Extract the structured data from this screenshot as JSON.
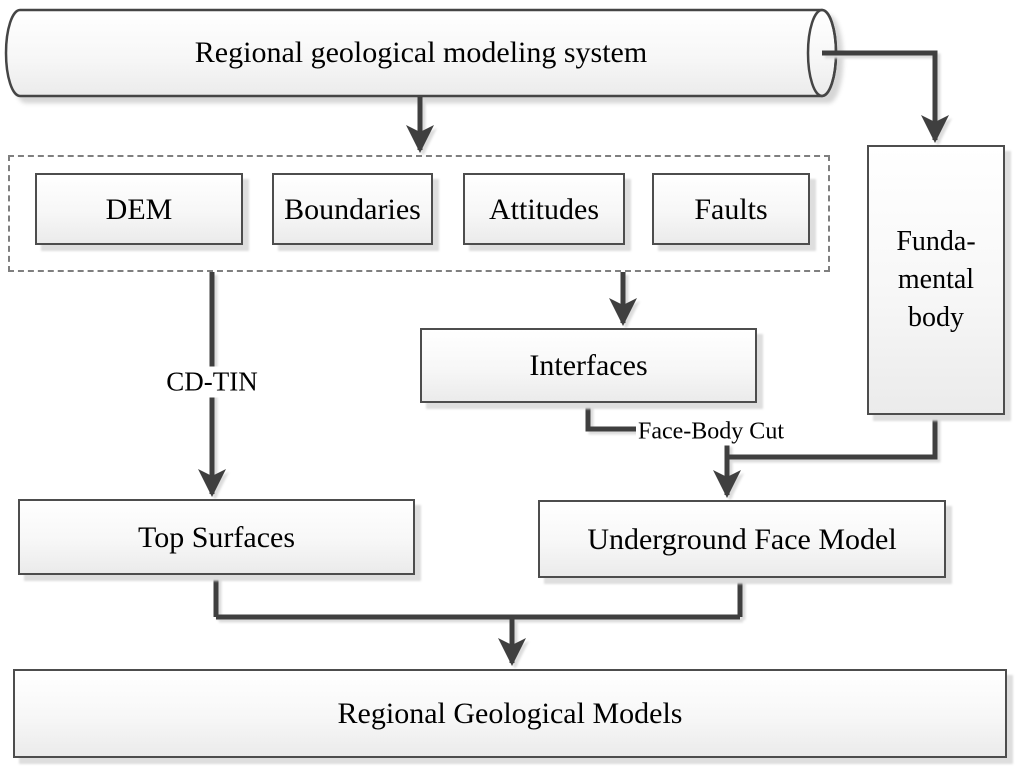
{
  "nodes": {
    "system": "Regional geological modeling system",
    "dem": "DEM",
    "boundaries": "Boundaries",
    "attitudes": "Attitudes",
    "faults": "Faults",
    "interfaces": "Interfaces",
    "fundamental_line1": "Funda-",
    "fundamental_line2": "mental",
    "fundamental_line3": "body",
    "top_surfaces": "Top Surfaces",
    "underground_face_model": "Underground Face Model",
    "regional_geological_models": "Regional Geological Models"
  },
  "edge_labels": {
    "cd_tin": "CD-TIN",
    "face_body_cut": "Face-Body Cut"
  },
  "edges": [
    {
      "from": "system",
      "to": "input-group"
    },
    {
      "from": "system",
      "to": "fundamental-body"
    },
    {
      "from": "input-group",
      "to": "top-surfaces",
      "label": "CD-TIN"
    },
    {
      "from": "input-group",
      "to": "interfaces"
    },
    {
      "from": "interfaces",
      "to": "underground-face-model",
      "label": "Face-Body Cut"
    },
    {
      "from": "fundamental-body",
      "to": "underground-face-model"
    },
    {
      "from": "top-surfaces",
      "to": "regional-geological-models"
    },
    {
      "from": "underground-face-model",
      "to": "regional-geological-models"
    }
  ],
  "colors": {
    "line": "#3f3f3f",
    "box_border": "#4d4d4d",
    "box_fill_top": "#ffffff",
    "box_fill_bottom": "#ebebeb",
    "shadow": "#dedede",
    "dashed_border": "#7f7f7f",
    "background": "#ffffff",
    "text": "#000000"
  }
}
